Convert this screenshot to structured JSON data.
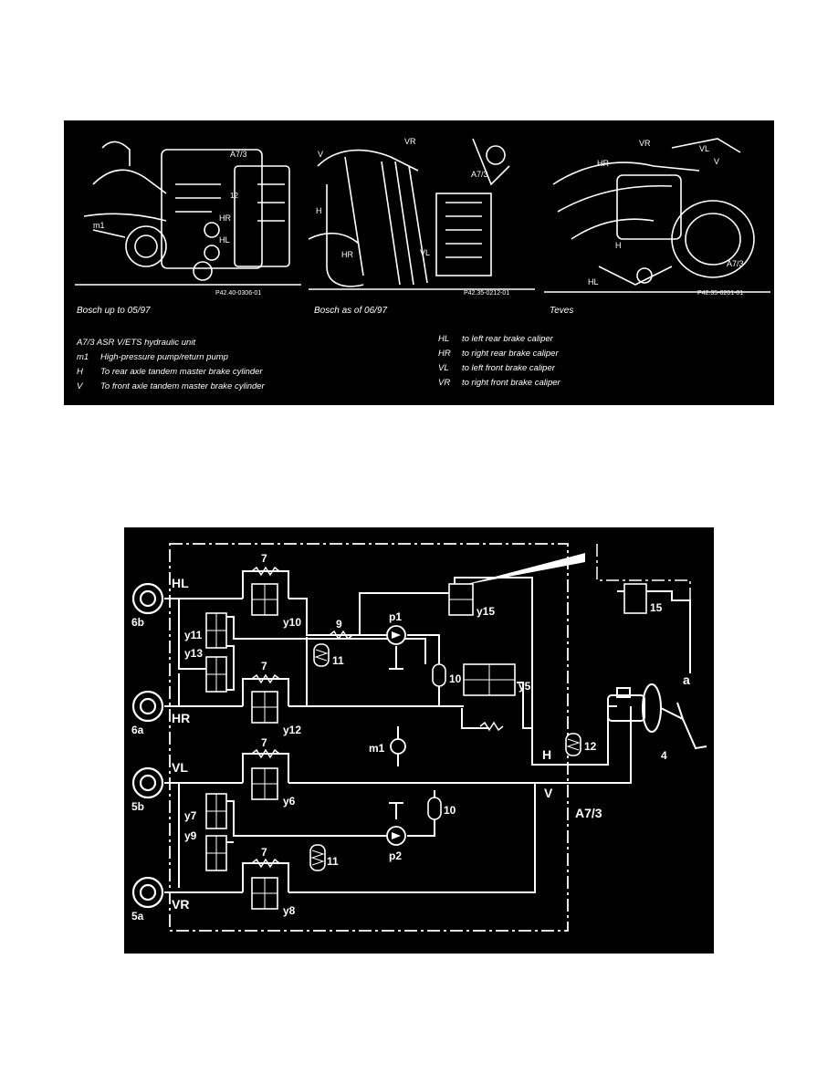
{
  "top_panel": {
    "photos": [
      {
        "code": "P42.40-0306-01",
        "caption": "Bosch up to 05/97",
        "callouts": [
          "A7/3",
          "m1",
          "12",
          "HR",
          "HL"
        ]
      },
      {
        "code": "P42.35-0212-01",
        "caption": "Bosch as of 06/97",
        "callouts": [
          "V",
          "VR",
          "A7/3",
          "H",
          "HR",
          "VL"
        ]
      },
      {
        "code": "P42.35-0201-01",
        "caption": "Teves",
        "callouts": [
          "HR",
          "VR",
          "VL",
          "V",
          "H",
          "HL",
          "A7/3"
        ]
      }
    ],
    "legend_left": [
      {
        "key": "A7/3",
        "text": "ASR V/ETS hydraulic unit",
        "inline": true
      },
      {
        "key": "m1",
        "text": "High-pressure pump/return pump"
      },
      {
        "key": "H",
        "text": "To rear axle tandem master brake cylinder"
      },
      {
        "key": "V",
        "text": "To front axle tandem master brake cylinder"
      }
    ],
    "legend_right": [
      {
        "key": "HL",
        "text": "to left rear brake caliper"
      },
      {
        "key": "HR",
        "text": "to right rear brake caliper"
      },
      {
        "key": "VL",
        "text": "to left front brake caliper"
      },
      {
        "key": "VR",
        "text": "to right front brake caliper"
      }
    ]
  },
  "schematic": {
    "wheel_labels": {
      "w6b": "6b",
      "w6a": "6a",
      "w5b": "5b",
      "w5a": "5a"
    },
    "circuit_labels": {
      "HL": "HL",
      "HR": "HR",
      "VL": "VL",
      "VR": "VR",
      "H": "H",
      "V": "V"
    },
    "valves": {
      "y10": "y10",
      "y11": "y11",
      "y13": "y13",
      "y12": "y12",
      "y6": "y6",
      "y7": "y7",
      "y9": "y9",
      "y8": "y8",
      "y15": "y15",
      "y5": "y5"
    },
    "components": {
      "check7": "7",
      "damper9": "9",
      "accum11": "11",
      "pump1": "p1",
      "pump2": "p2",
      "chamber10": "10",
      "motor": "m1",
      "accum12": "12",
      "booster": "4",
      "unit": "A7/3",
      "detail_valve": "15",
      "detail": "a"
    }
  }
}
